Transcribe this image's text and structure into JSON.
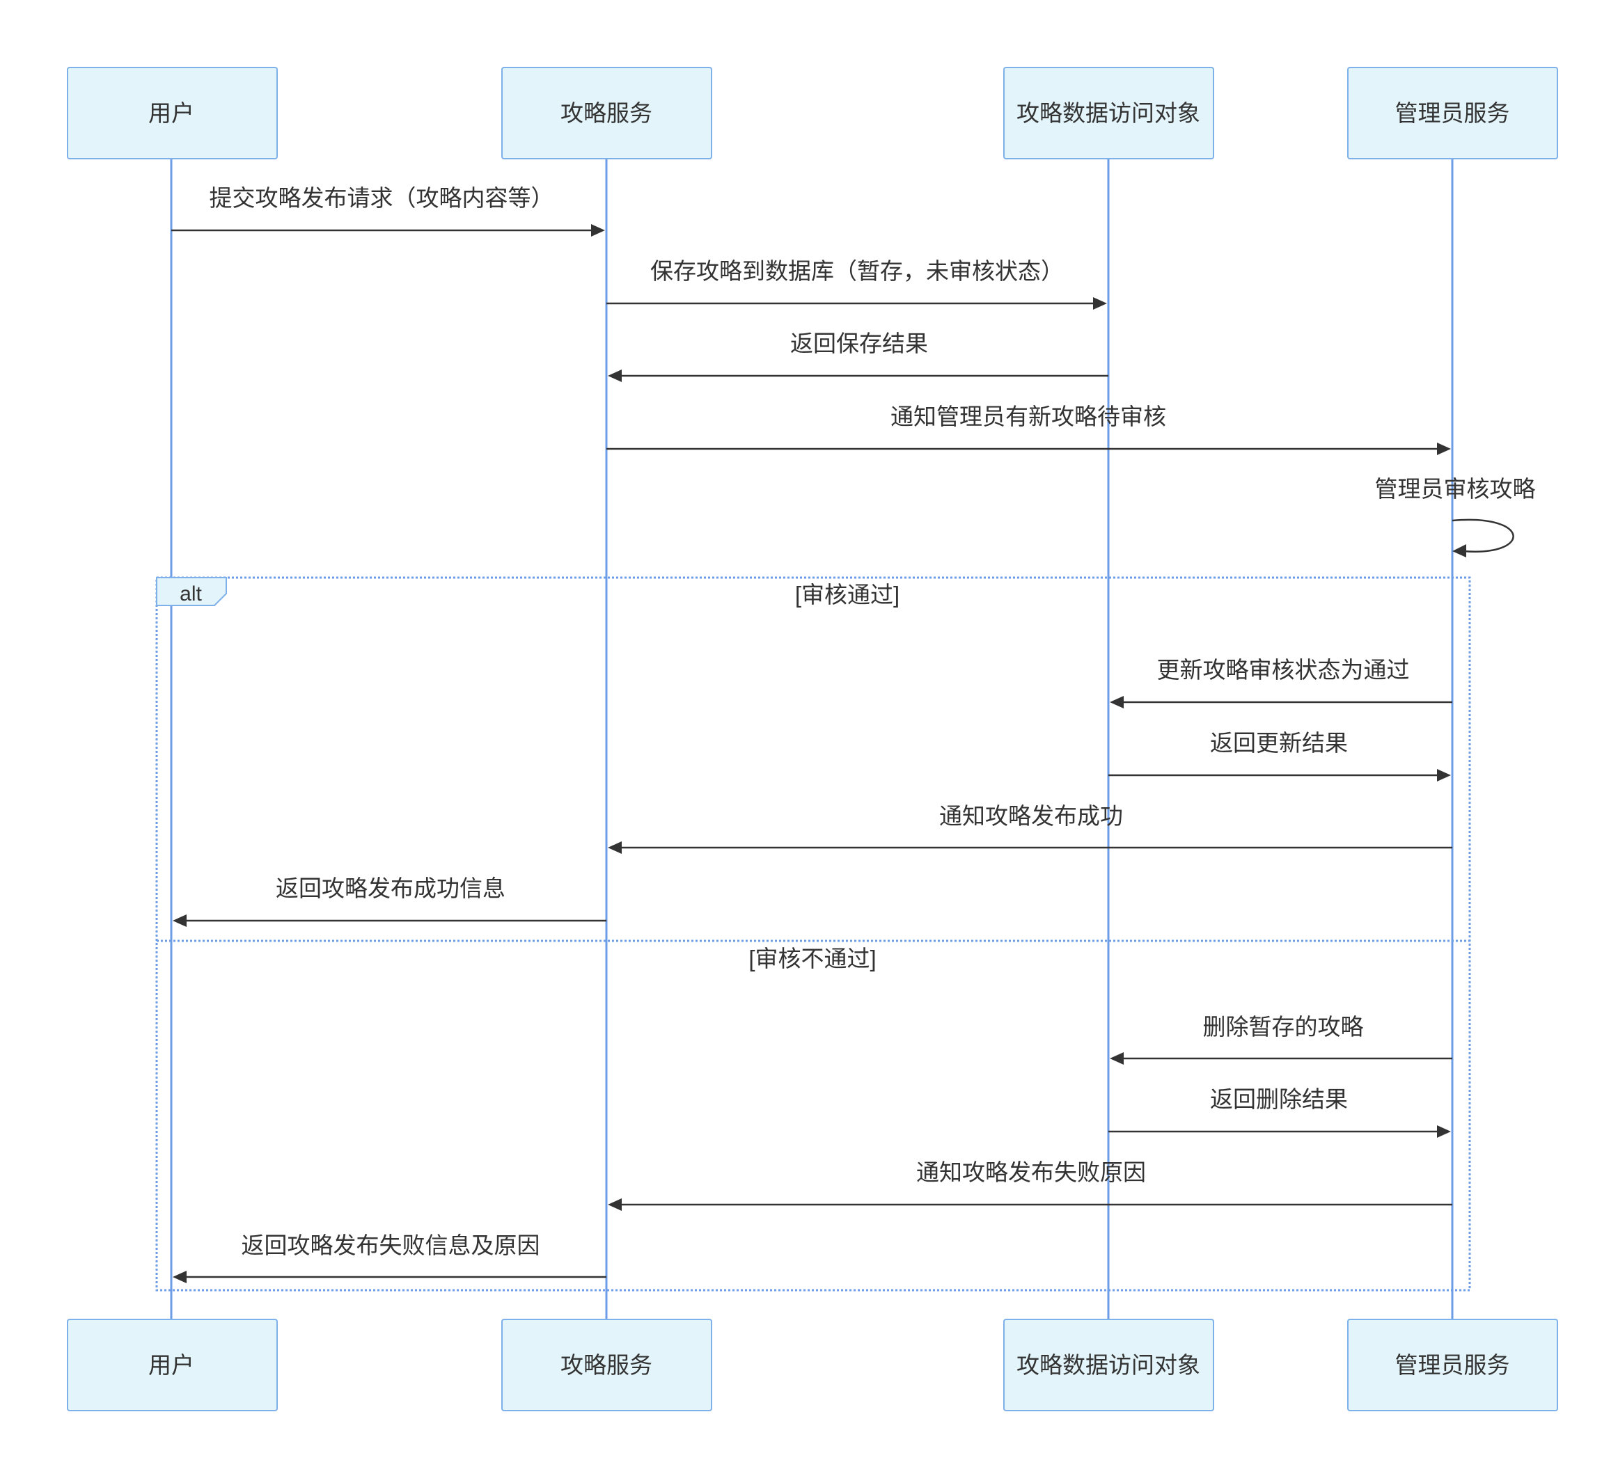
{
  "actors": [
    {
      "id": "user",
      "label": "用户"
    },
    {
      "id": "strategy",
      "label": "攻略服务"
    },
    {
      "id": "dao",
      "label": "攻略数据访问对象"
    },
    {
      "id": "admin",
      "label": "管理员服务"
    }
  ],
  "messages": [
    {
      "from": "user",
      "to": "strategy",
      "label": "提交攻略发布请求（攻略内容等）"
    },
    {
      "from": "strategy",
      "to": "dao",
      "label": "保存攻略到数据库（暂存，未审核状态）"
    },
    {
      "from": "dao",
      "to": "strategy",
      "label": "返回保存结果"
    },
    {
      "from": "strategy",
      "to": "admin",
      "label": "通知管理员有新攻略待审核"
    },
    {
      "from": "admin",
      "to": "admin",
      "label": "管理员审核攻略"
    },
    {
      "from": "admin",
      "to": "dao",
      "label": "更新攻略审核状态为通过"
    },
    {
      "from": "dao",
      "to": "admin",
      "label": "返回更新结果"
    },
    {
      "from": "admin",
      "to": "strategy",
      "label": "通知攻略发布成功"
    },
    {
      "from": "strategy",
      "to": "user",
      "label": "返回攻略发布成功信息"
    },
    {
      "from": "admin",
      "to": "dao",
      "label": "删除暂存的攻略"
    },
    {
      "from": "dao",
      "to": "admin",
      "label": "返回删除结果"
    },
    {
      "from": "admin",
      "to": "strategy",
      "label": "通知攻略发布失败原因"
    },
    {
      "from": "strategy",
      "to": "user",
      "label": "返回攻略发布失败信息及原因"
    }
  ],
  "alt_frame": {
    "tag": "alt",
    "branches": [
      {
        "condition": "[审核通过]"
      },
      {
        "condition": "[审核不通过]"
      }
    ]
  }
}
